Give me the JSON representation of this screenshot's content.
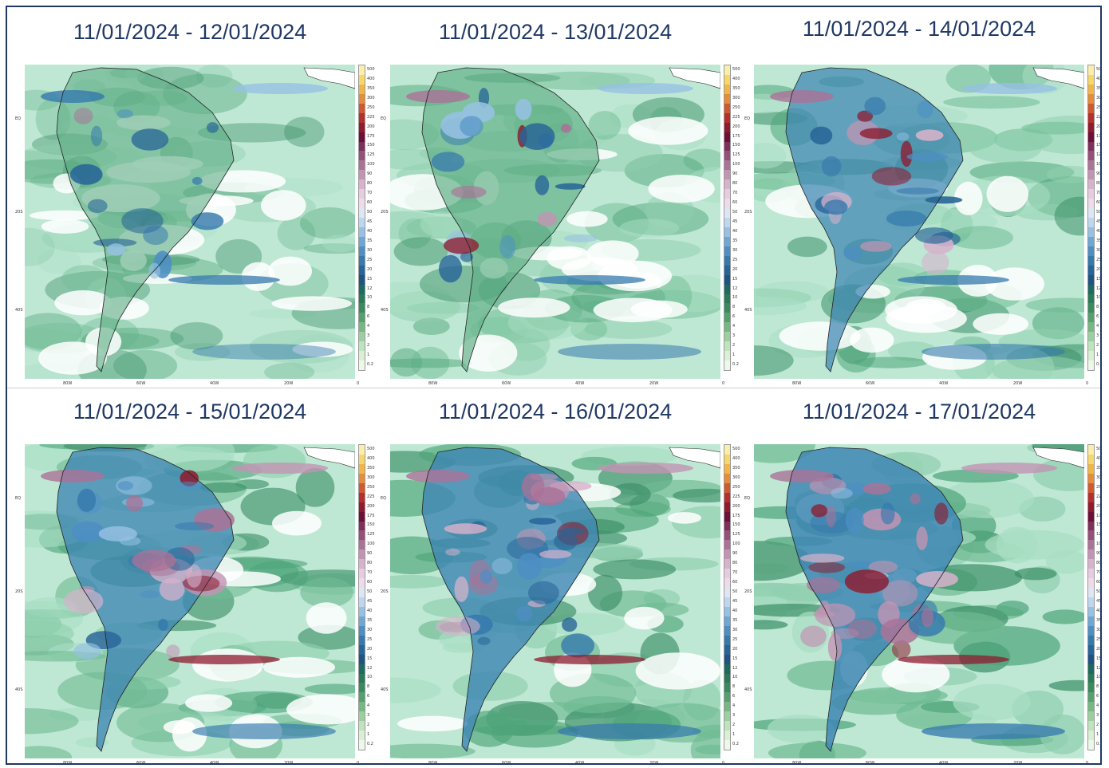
{
  "panels": [
    {
      "title": "11/01/2024 - 12/01/2024",
      "intensity": 0.15
    },
    {
      "title": "11/01/2024 - 13/01/2024",
      "intensity": 0.35
    },
    {
      "title": "11/01/2024 - 14/01/2024",
      "intensity": 0.5
    },
    {
      "title": "11/01/2024 - 15/01/2024",
      "intensity": 0.65
    },
    {
      "title": "11/01/2024 - 16/01/2024",
      "intensity": 0.78
    },
    {
      "title": "11/01/2024 - 17/01/2024",
      "intensity": 0.9
    }
  ],
  "colorbar": {
    "ticks": [
      "500",
      "400",
      "350",
      "300",
      "250",
      "225",
      "200",
      "175",
      "150",
      "125",
      "100",
      "90",
      "80",
      "70",
      "60",
      "50",
      "45",
      "40",
      "35",
      "30",
      "25",
      "20",
      "15",
      "12",
      "10",
      "8",
      "6",
      "4",
      "3",
      "2",
      "1",
      "0.2"
    ],
    "colors": [
      "#fbeeaa",
      "#f7d66b",
      "#f0b648",
      "#e48d3a",
      "#cf5a32",
      "#b4302d",
      "#8e1b2f",
      "#6e0f36",
      "#7e2f5b",
      "#955079",
      "#ab7297",
      "#c294b3",
      "#d6b2cb",
      "#e5cce0",
      "#eedbea",
      "#dfe6f3",
      "#bcd7ee",
      "#96c1e3",
      "#6ea7d4",
      "#4d8fc3",
      "#3579ad",
      "#276497",
      "#1f5381",
      "#1d6b5e",
      "#2a7a58",
      "#3b8a5f",
      "#56a06f",
      "#76b883",
      "#9ccf9f",
      "#bfe3bd",
      "#d9f0d2",
      "#eef8ea"
    ]
  },
  "lat_labels": [
    "EQ",
    "20S",
    "40S"
  ],
  "lon_labels": [
    "80W",
    "60W",
    "40W",
    "20W",
    "0"
  ],
  "colors": {
    "title": "#1f3864",
    "border": "#1f3864"
  }
}
